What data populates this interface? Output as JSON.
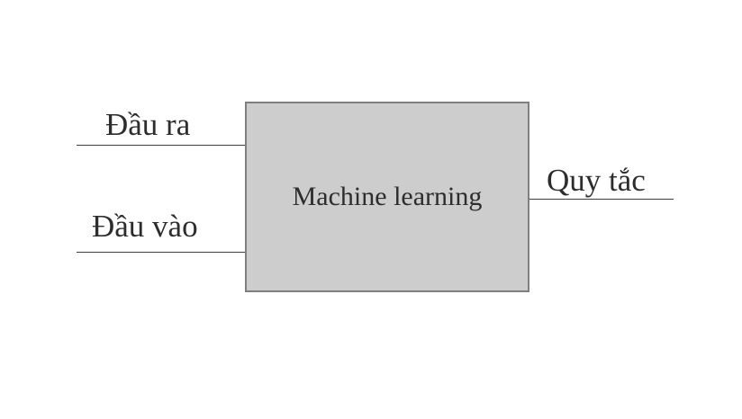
{
  "diagram": {
    "box": {
      "label": "Machine learning"
    },
    "left_edges": [
      {
        "label": "Đầu ra"
      },
      {
        "label": "Đầu vào"
      }
    ],
    "right_edge": {
      "label": "Quy tắc"
    },
    "colors": {
      "background": "#ffffff",
      "box_fill": "#cdcdcd",
      "box_border": "#7f7f7f",
      "connector_line": "#3f3f3f",
      "text": "#2d2d2d"
    }
  }
}
